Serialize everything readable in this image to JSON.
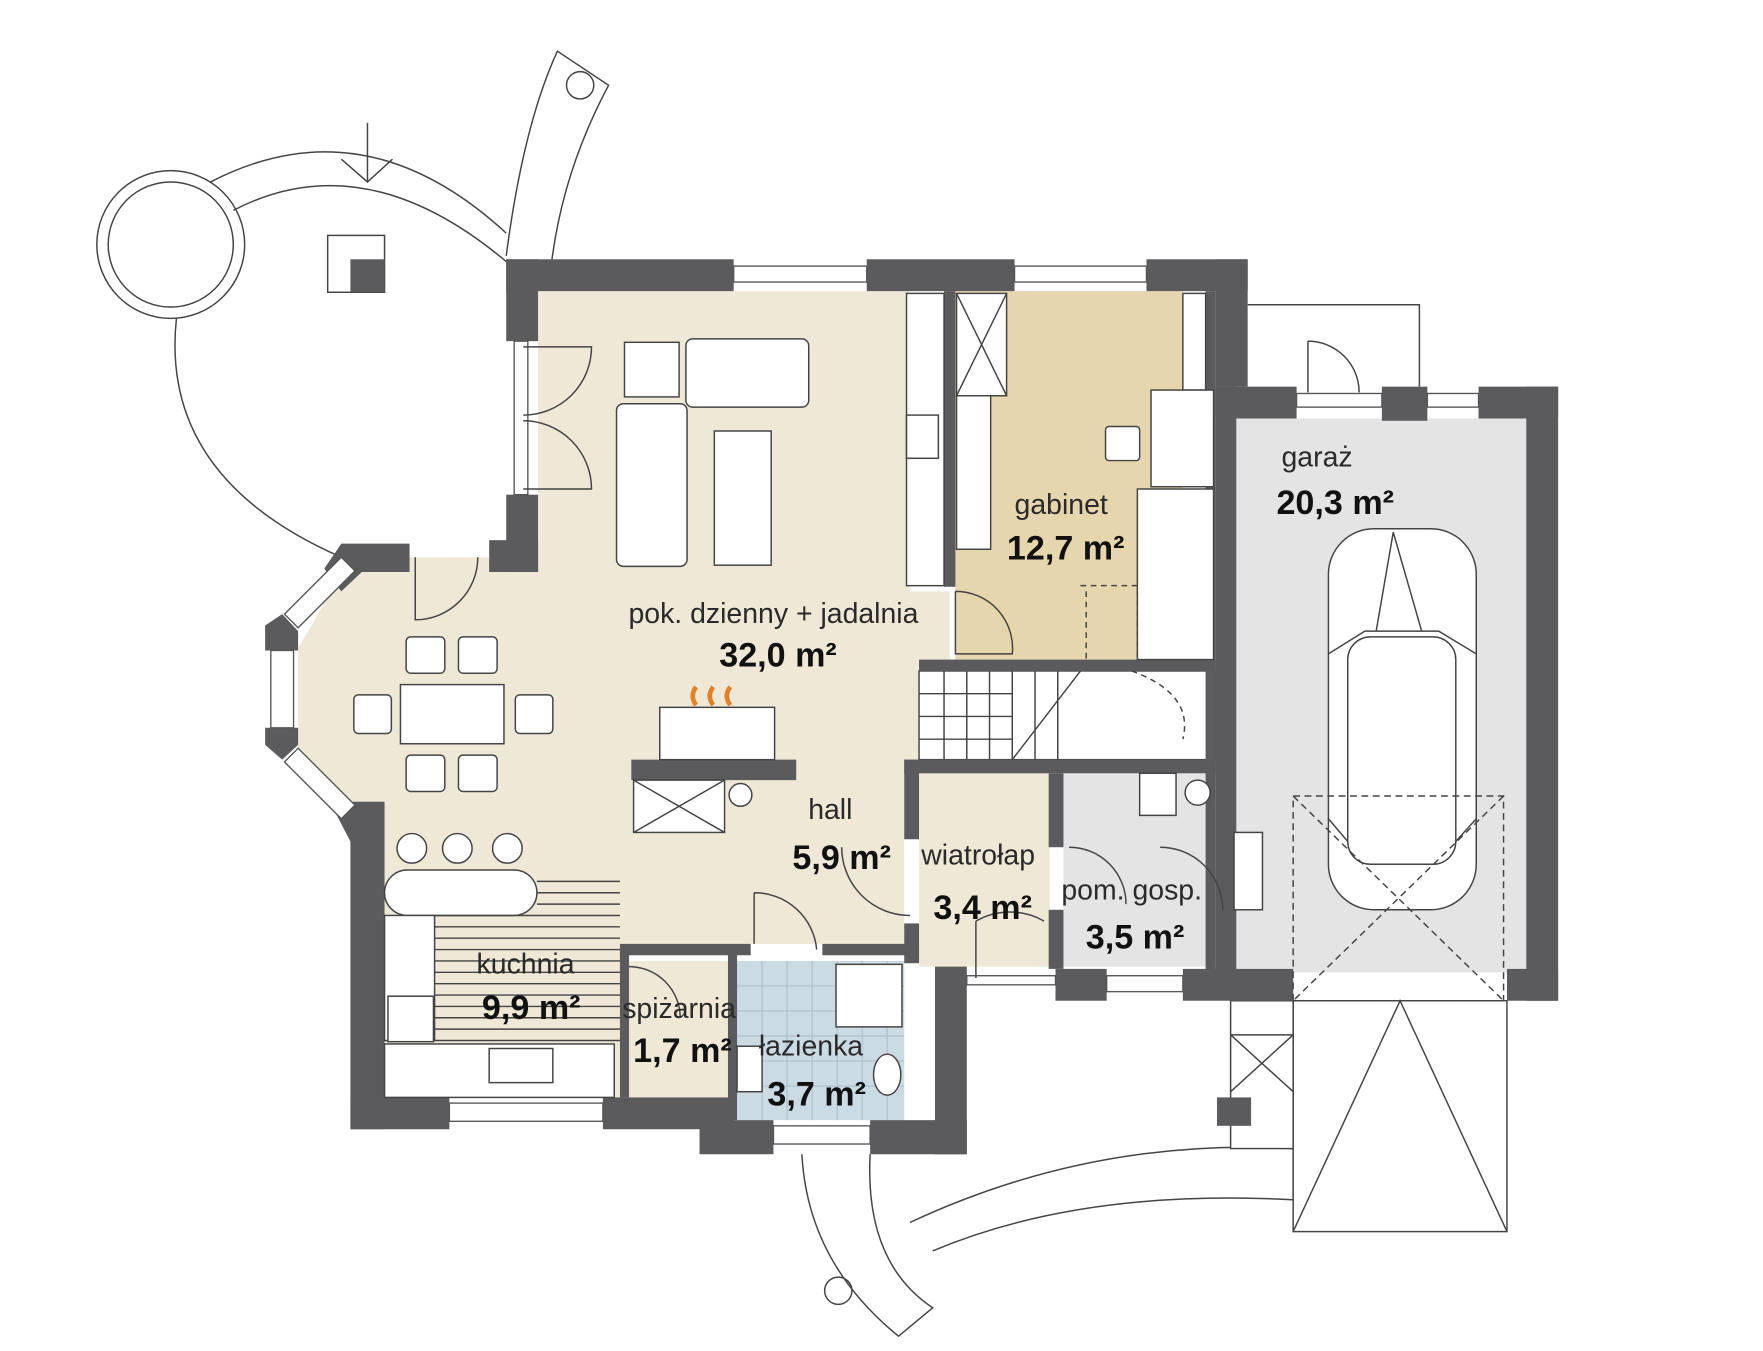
{
  "colors": {
    "wall": "#5b5b5e",
    "living_floor": "#efe8d6",
    "study_floor": "#e6d6ad",
    "garage_floor": "#e4e4e4",
    "utility_floor": "#e4e4e4",
    "bathroom_floor": "#cbdbe4"
  },
  "rooms": [
    {
      "name": "pok. dzienny + jadalnia",
      "area": "32,0 m²"
    },
    {
      "name": "gabinet",
      "area": "12,7 m²"
    },
    {
      "name": "garaż",
      "area": "20,3 m²"
    },
    {
      "name": "hall",
      "area": "5,9 m²"
    },
    {
      "name": "wiatrołap",
      "area": "3,4 m²"
    },
    {
      "name": "pom. gosp.",
      "area": "3,5 m²"
    },
    {
      "name": "kuchnia",
      "area": "9,9 m²"
    },
    {
      "name": "spiżarnia",
      "area": "1,7 m²"
    },
    {
      "name": "łazienka",
      "area": "3,7 m²"
    }
  ]
}
